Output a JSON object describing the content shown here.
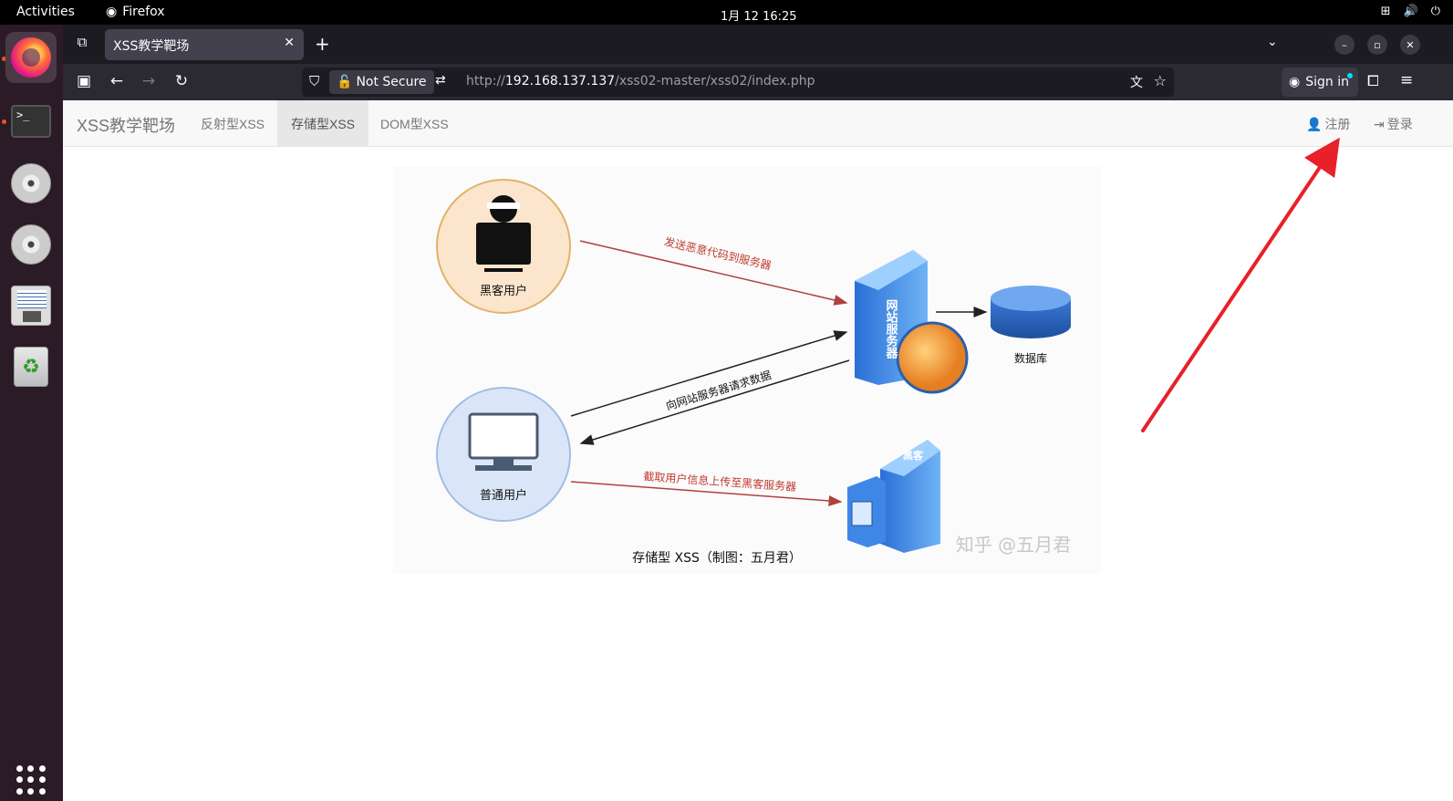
{
  "topbar": {
    "activities": "Activities",
    "app_name": "Firefox",
    "clock": "1月 12  16:25"
  },
  "dock": {
    "items": [
      {
        "name": "firefox",
        "running": true,
        "active": true
      },
      {
        "name": "terminal",
        "running": true
      },
      {
        "name": "dvd-drive-1"
      },
      {
        "name": "dvd-drive-2"
      },
      {
        "name": "text-editor"
      },
      {
        "name": "trash"
      }
    ]
  },
  "browser": {
    "tab_title": "XSS教学靶场",
    "url_security": "Not Secure",
    "url_prefix": "http://",
    "url_host": "192.168.137.137",
    "url_path": "/xss02-master/xss02/index.php",
    "signin_label": "Sign in"
  },
  "site": {
    "brand": "XSS教学靶场",
    "nav": [
      {
        "label": "反射型XSS",
        "active": false
      },
      {
        "label": "存储型XSS",
        "active": true
      },
      {
        "label": "DOM型XSS",
        "active": false
      }
    ],
    "register_label": "注册",
    "login_label": "登录"
  },
  "diagram": {
    "hacker_user": "黑客用户",
    "normal_user": "普通用户",
    "server_label": "网站服务器",
    "hacker_server_tag": "黑客",
    "database": "数据库",
    "arrow_send_malicious": "发送恶意代码到服务器",
    "arrow_request_data": "向网站服务器请求数据",
    "arrow_steal_info": "截取用户信息上传至黑客服务器",
    "caption": "存储型 XSS（制图：五月君）",
    "watermark": "知乎 @五月君"
  },
  "colors": {
    "annotation_arrow": "#e8202a",
    "firefox_tab": "#42414d",
    "site_nav_bg": "#f8f8f8"
  }
}
